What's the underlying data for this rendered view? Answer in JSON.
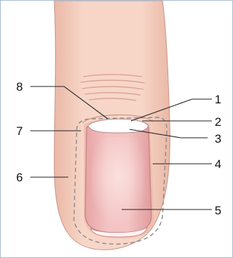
{
  "labels": [
    {
      "id": "label-1",
      "text": "1"
    },
    {
      "id": "label-2",
      "text": "2"
    },
    {
      "id": "label-3",
      "text": "3"
    },
    {
      "id": "label-4",
      "text": "4"
    },
    {
      "id": "label-5",
      "text": "5"
    },
    {
      "id": "label-6",
      "text": "6"
    },
    {
      "id": "label-7",
      "text": "7"
    },
    {
      "id": "label-8",
      "text": "8"
    }
  ],
  "colors": {
    "skin": "#f7d6c8",
    "skin_shadow": "#eab8a6",
    "skin_outline": "#c9958a",
    "nail_plate": "#f0b8b8",
    "nail_highlight": "#fbe3e1",
    "lunula": "#ffffff",
    "dashed_line": "#8a8a8a",
    "leader": "#222222",
    "frame_border": "#a8bdd0"
  }
}
